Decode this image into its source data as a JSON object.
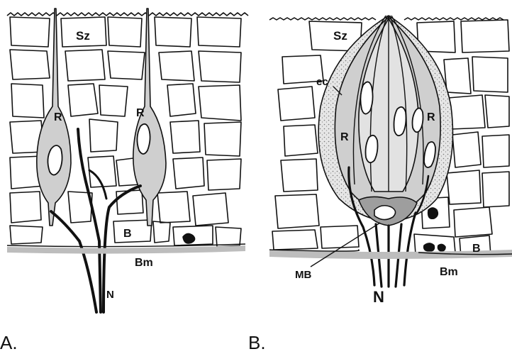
{
  "panels": [
    {
      "caption": "A.",
      "labels": {
        "sz": "Sz",
        "r_left": "R",
        "r_right": "R",
        "b": "B",
        "bm": "Bm",
        "n": "N"
      }
    },
    {
      "caption": "B.",
      "labels": {
        "sz": "Sz",
        "ec": "ec",
        "r_left": "R",
        "r_right": "R",
        "b": "B",
        "bm": "Bm",
        "mb": "MB",
        "n": "N"
      }
    }
  ],
  "colors": {
    "ink": "#111111",
    "cell_gray": "#cfcfcf",
    "basement_gray": "#bdbdbd",
    "background": "#ffffff"
  }
}
